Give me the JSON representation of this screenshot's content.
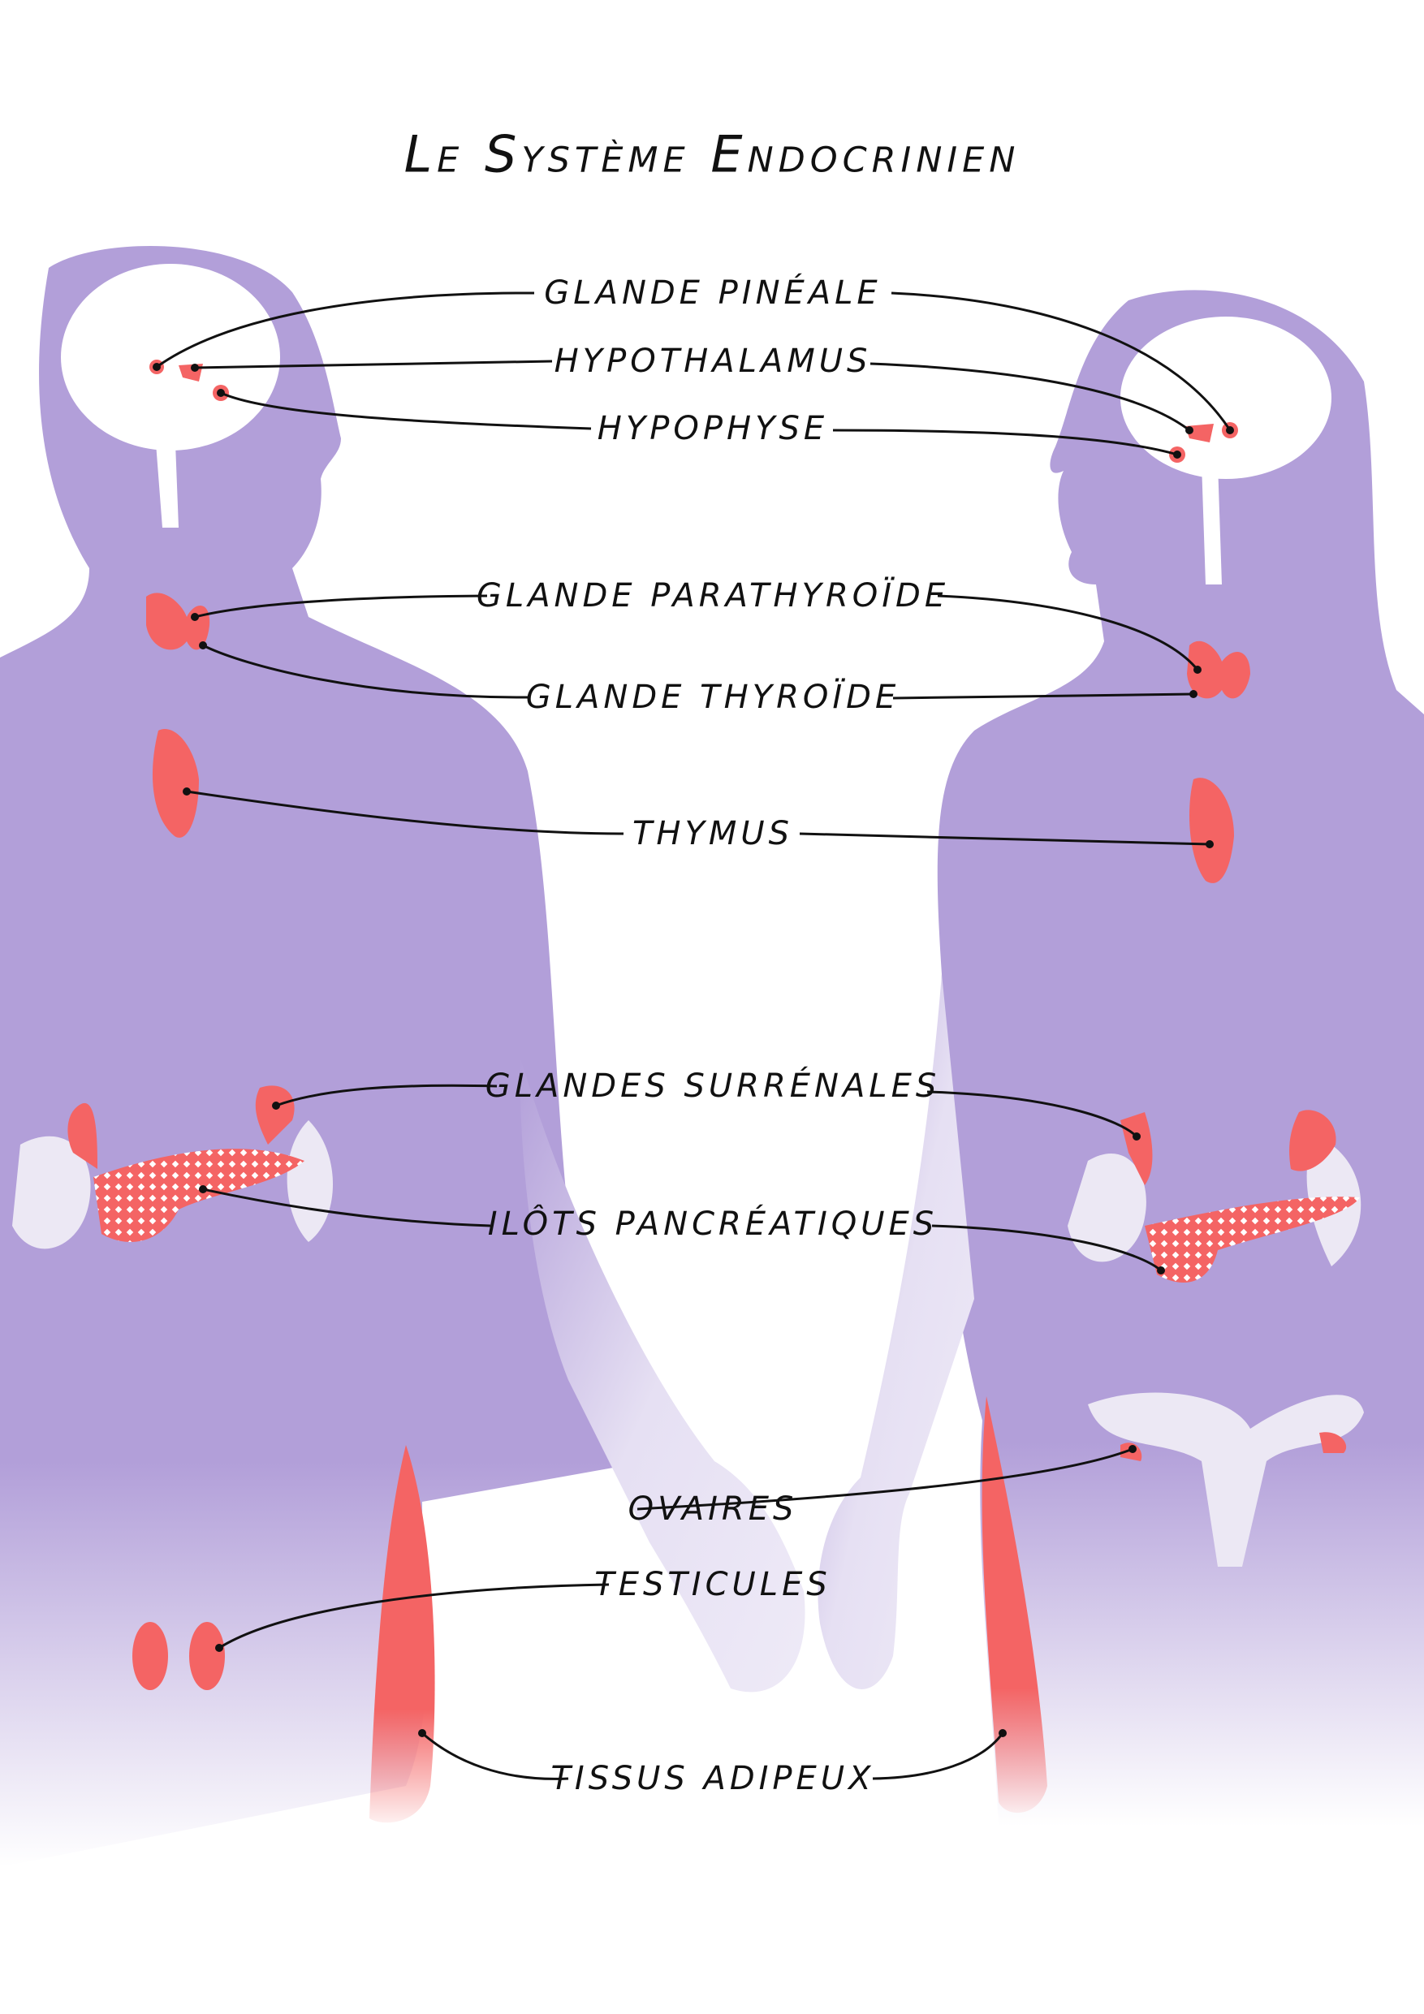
{
  "title": "Le Système Endocrinien",
  "labels": {
    "pineal": "Glande pinéale",
    "hypothalamus": "Hypothalamus",
    "hypophyse": "Hypophyse",
    "parathyroid": "Glande parathyroïde",
    "thyroid": "Glande thyroïde",
    "thymus": "Thymus",
    "adrenal": "Glandes surrénales",
    "pancreas": "Ilôts pancréatiques",
    "ovaries": "Ovaires",
    "testicles": "Testicules",
    "adipose": "Tissus adipeux"
  },
  "colors": {
    "body": "#b29fd9",
    "organ": "#f46464",
    "kidney": "#ece8f4",
    "line": "#111111"
  }
}
